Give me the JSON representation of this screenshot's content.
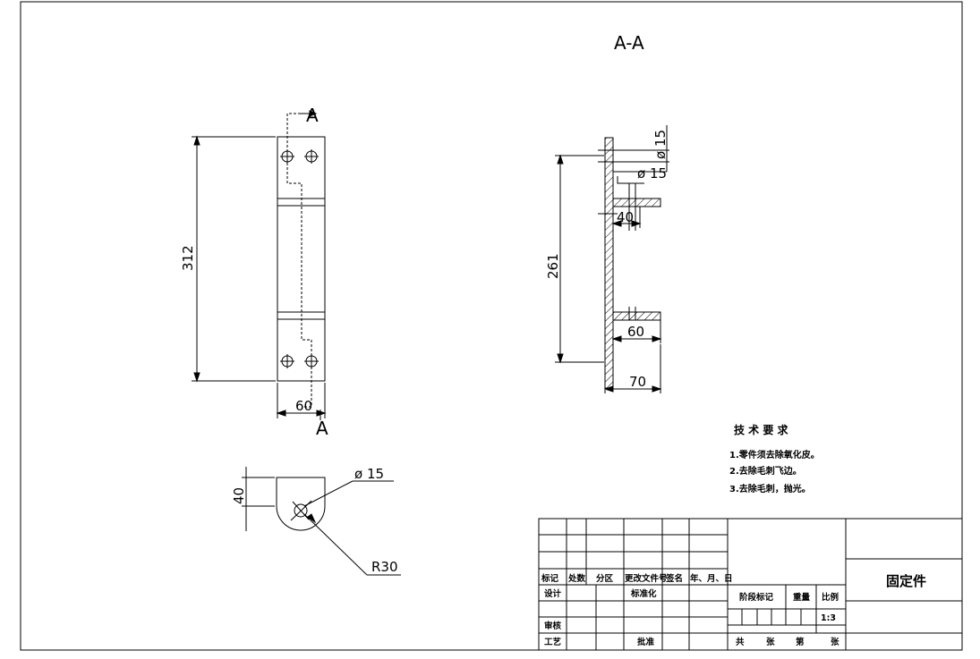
{
  "drawing": {
    "section_title": "A-A",
    "section_marker": "A",
    "front_view": {
      "height_dim": "312",
      "width_dim": "60"
    },
    "section_view": {
      "hole_dim_1": "ø 15",
      "hole_dim_2": "ø 15",
      "offset_dim": "40",
      "height_dim": "261",
      "flange_dim": "60",
      "total_dim": "70"
    },
    "bottom_view": {
      "height_dim": "40",
      "hole_dim": "ø 15",
      "radius_dim": "R30"
    }
  },
  "notes": {
    "title": "技 术 要 求",
    "items": [
      "1.零件须去除氧化皮。",
      "2.去除毛刺飞边。",
      "3.去除毛刺，抛光。"
    ]
  },
  "title_block": {
    "headers": [
      "标记",
      "处数",
      "分区",
      "更改文件号",
      "签名",
      "年、月、日"
    ],
    "design": "设计",
    "standardize": "标准化",
    "review": "审核",
    "process": "工艺",
    "approve": "批准",
    "stage_mark": "阶段标记",
    "weight": "重量",
    "scale": "比例",
    "scale_value": "1:3",
    "total": "共",
    "sheet_unit": "张",
    "page": "第",
    "sheet_unit_2": "张",
    "part_name": "固定件"
  }
}
